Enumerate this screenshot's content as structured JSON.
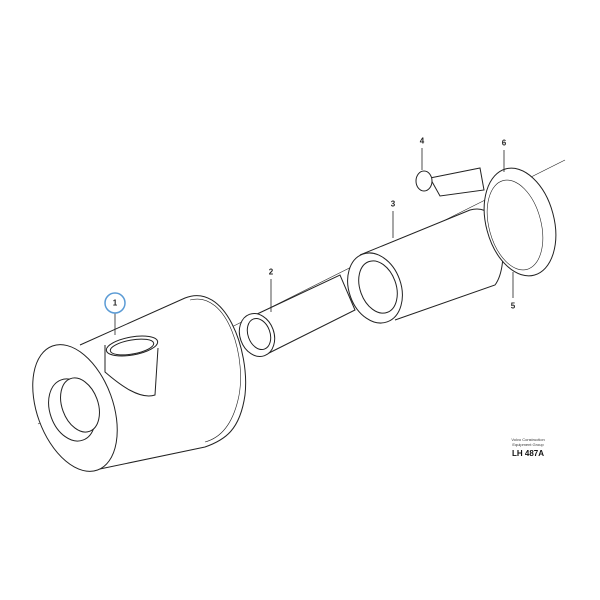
{
  "diagram": {
    "callouts": [
      {
        "label": "1",
        "highlighted": true
      },
      {
        "label": "2"
      },
      {
        "label": "3"
      },
      {
        "label": "4"
      },
      {
        "label": "5"
      },
      {
        "label": "6"
      }
    ],
    "highlight_color": "#5b9bd5"
  },
  "caption": {
    "line1": "Volvo Construction",
    "line2": "Equipment Group",
    "code": "LH 487A"
  }
}
